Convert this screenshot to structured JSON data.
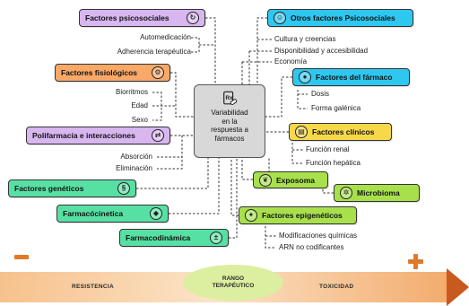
{
  "center": {
    "text": "Variabilidad\nen la\nrespuesta a\nfármacos",
    "icon": "prescription-pill-icon"
  },
  "boxes": {
    "psicosociales": {
      "label": "Factores psicosociales",
      "color": "#d8b6f0",
      "icon": "refresh-icon"
    },
    "otros_psicosociales": {
      "label": "Otros factores Psicosociales",
      "color": "#2ec7ef",
      "icon": "people-icon"
    },
    "fisiologicos": {
      "label": "Factores fisiológicos",
      "color": "#f9a868",
      "icon": "gear-icon"
    },
    "farmaco": {
      "label": "Factores del fármaco",
      "color": "#2ec7ef",
      "icon": "pills-icon"
    },
    "polifarmacia": {
      "label": "Polifarmacia e interacciones",
      "color": "#d8b6f0",
      "icon": "pills-interaction-icon"
    },
    "clinicos": {
      "label": "Factores clínicos",
      "color": "#f7d84a",
      "icon": "clipboard-icon"
    },
    "exposoma": {
      "label": "Exposoma",
      "color": "#a8e04c",
      "icon": "leaf-icon"
    },
    "geneticos": {
      "label": "Factores genéticos",
      "color": "#57e0a4",
      "icon": "dna-icon"
    },
    "microbioma": {
      "label": "Microbioma",
      "color": "#a8e04c",
      "icon": "bacteria-icon"
    },
    "farmacocinetica": {
      "label": "Farmacócinetica",
      "color": "#57e0a4",
      "icon": "pill-box-icon"
    },
    "epigeneticos": {
      "label": "Factores epigenéticos",
      "color": "#a8e04c",
      "icon": "epigenetic-icon"
    },
    "farmacodinamica": {
      "label": "Farmacodinámica",
      "color": "#57e0a4",
      "icon": "plus-minus-pill-icon"
    }
  },
  "subitems": {
    "psicosociales": [
      "Automedicación",
      "Adherencia terapéutica"
    ],
    "otros_psicosociales": [
      "Cultura y creencias",
      "Disponibilidad y accesibilidad",
      "Economía"
    ],
    "fisiologicos": [
      "Biorritmos",
      "Edad",
      "Sexo"
    ],
    "farmaco": [
      "Dosis",
      "Forma galénica"
    ],
    "polifarmacia": [
      "Absorción",
      "Eliminación"
    ],
    "clinicos": [
      "Función renal",
      "Función hepática"
    ],
    "epigeneticos": [
      "Modificaciones químicas",
      "ARN no codificantes"
    ]
  },
  "scale": {
    "left": "RESISTENCIA",
    "middle": "RANGO\nTERAPÉUTICO",
    "right": "TOXICIDAD",
    "minus_symbol": "minus-icon",
    "plus_symbol": "plus-icon",
    "accent": "#e07a2a",
    "band_color": "#f7c18c",
    "arrow_color": "#c85a1e",
    "range_color": "#dcefa0"
  },
  "connector_color": "#333333"
}
